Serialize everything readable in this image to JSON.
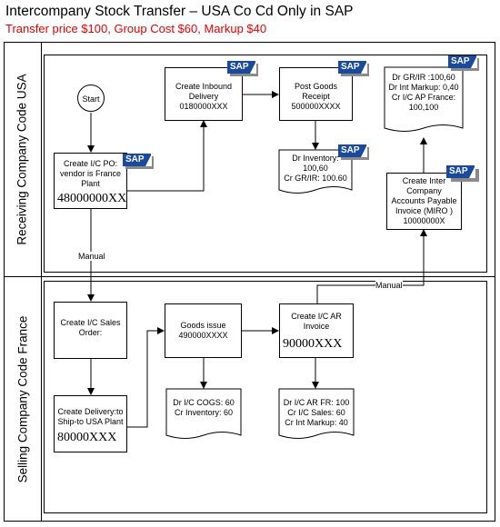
{
  "header": {
    "title": "Intercompany Stock Transfer – USA Co Cd Only in SAP",
    "subtitle": "Transfer price $100, Group Cost $60, Markup $40"
  },
  "lanes": {
    "top": "Receiving Company Code USA",
    "bottom": "Selling Company Code France"
  },
  "nodes": {
    "start": "Start",
    "po": {
      "lines": [
        "Create I/C PO:",
        "vendor is France",
        "Plant"
      ],
      "number": "48000000XX"
    },
    "inbound": {
      "lines": [
        "Create Inbound",
        "Delivery",
        "0180000XXX"
      ]
    },
    "gr": {
      "lines": [
        "Post Goods",
        "Receipt",
        "500000XXXX"
      ]
    },
    "gr_doc": {
      "lines": [
        "Dr Inventory:",
        "100,60",
        "Cr GR/IR: 100.60"
      ]
    },
    "miro_doc": {
      "lines": [
        "Dr GR/IR :100,60",
        "Dr Int Markup: 0,40",
        "Cr I/C AP France:",
        "100,100"
      ]
    },
    "miro": {
      "lines": [
        "Create Inter",
        "Company",
        "Accounts Payable",
        "Invoice (MIRO )",
        "10000000X"
      ]
    },
    "so": {
      "lines": [
        "Create I/C Sales",
        "Order:"
      ]
    },
    "gi": {
      "lines": [
        "Goods issue",
        "490000XXXX"
      ]
    },
    "gi_doc": {
      "lines": [
        "Dr I/C COGS: 60",
        "Cr Inventory: 60"
      ]
    },
    "ar": {
      "lines": [
        "Create I/C AR",
        "Invoice"
      ],
      "number": "90000XXX"
    },
    "ar_doc": {
      "lines": [
        "Dr I/C AR FR: 100",
        "Cr I/C Sales: 60",
        "Cr Int Markup: 40"
      ]
    },
    "delivery": {
      "lines": [
        "Create Delivery:to",
        "Ship-to USA Plant"
      ],
      "number": "80000XXX"
    }
  },
  "labels": {
    "manual_1": "Manual",
    "manual_2": "Manual"
  },
  "sap_logo": "SAP",
  "colors": {
    "subtitle": "#e00000",
    "sap_blue": "#1a4a9b",
    "sap_gray": "#8a8a8a"
  }
}
